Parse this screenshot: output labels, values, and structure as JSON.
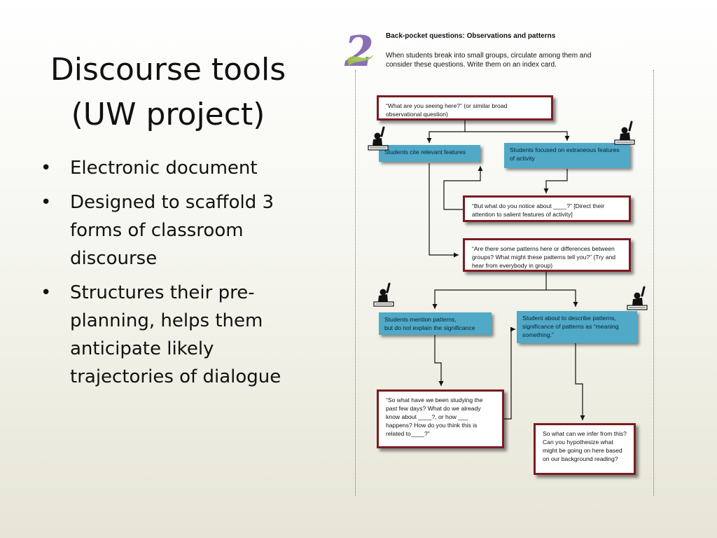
{
  "slide": {
    "title_line1": "Discourse tools",
    "title_line2": "(UW project)",
    "bullets": [
      "Electronic document",
      "Designed to scaffold 3 forms of classroom discourse",
      "Structures their pre-planning, helps them anticipate likely trajectories of dialogue"
    ],
    "bullet_symbol": "•"
  },
  "document": {
    "logo_number": "2",
    "header_title": "Back-pocket questions: Observations and patterns",
    "header_text": "When students break into small groups, circulate among them and consider these questions. Write them on an index card.",
    "q1": "“What are you seeing here?” (or similar broad observational question)",
    "s_cite": "Students cite relevant features",
    "s_extraneous": "Students focused on extraneous features of activity",
    "q_notice": "“But what do you notice about ____?” [Direct their attention to salient features of activity]",
    "q_patterns": "“Are there some patterns here or differences between groups? What might these patterns tell you?” (Try and hear from everybody in group)",
    "s_mention": "Students mention  patterns,\nbut do not explain the significance",
    "s_describe": "Student about to describe patterns, significance of patterns as “meaning something.”",
    "q_studying": "“So what have we been studying the past few days? What do we already know about ____?, or how ___ happens? How do you think this is related to____?”",
    "q_infer": "So what can we infer from this? Can you hypothesize what might be going on here based on our background reading?"
  },
  "colors": {
    "box_border": "#7b1d22",
    "blue_box": "#4fa9c7",
    "logo_purple": "#8a6fb5",
    "logo_green": "#9cc44a"
  },
  "icons": [
    "student-hand-raised-icon",
    "number-2-logo"
  ]
}
